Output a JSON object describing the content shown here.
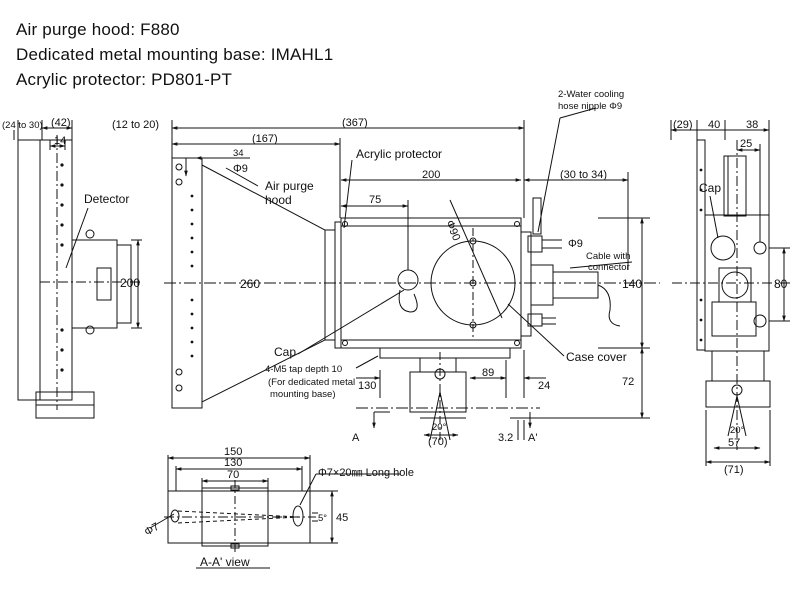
{
  "titles": [
    "Air purge hood: F880",
    "Dedicated metal mounting base: IMAHL1",
    "Acrylic protector: PD801-PT"
  ],
  "labels": {
    "acrylic_protector": "Acrylic protector",
    "air_purge_hood": "Air purge",
    "air_purge_hood_2": "hood",
    "detector": "Detector",
    "cap_front": "Cap",
    "cap_right": "Cap",
    "case_cover": "Case cover",
    "water_cooling_1": "2-Water cooling",
    "water_cooling_2": "hose nipple Φ9",
    "cable_1": "Cable with",
    "cable_2": "connector",
    "tap_1": "4-M5 tap depth 10",
    "tap_2": "(For dedicated metal",
    "tap_3": "mounting base)",
    "long_hole": "Φ7×20㎜ Long hole",
    "view_title": "A-A' view",
    "section_a": "A",
    "section_a2": "A'"
  },
  "dims": {
    "d_24_30": "(24 to 30)",
    "d_42": "(42)",
    "d_14": "14",
    "d_200_left": "200",
    "d_12_20": "(12 to 20)",
    "d_367": "(367)",
    "d_167": "(167)",
    "d_34": "34",
    "d_phi9_a": "Φ9",
    "d_260": "260",
    "d_200_top": "200",
    "d_75": "75",
    "d_phi90": "Φ90",
    "d_30_34": "(30 to 34)",
    "d_phi9_b": "Φ9",
    "d_140": "140",
    "d_130": "130",
    "d_89": "89",
    "d_24": "24",
    "d_72": "72",
    "d_20deg_front": "20°",
    "d_70_paren": "(70)",
    "d_3_2": "3.2",
    "d_29": "(29)",
    "d_40": "40",
    "d_38": "38",
    "d_25": "25",
    "d_80": "80",
    "d_20deg_right": "20°",
    "d_57": "57",
    "d_71": "(71)",
    "d_150": "150",
    "d_130_bottom": "130",
    "d_70_bottom": "70",
    "d_phi7": "Φ7",
    "d_5deg": "5°",
    "d_45": "45"
  }
}
